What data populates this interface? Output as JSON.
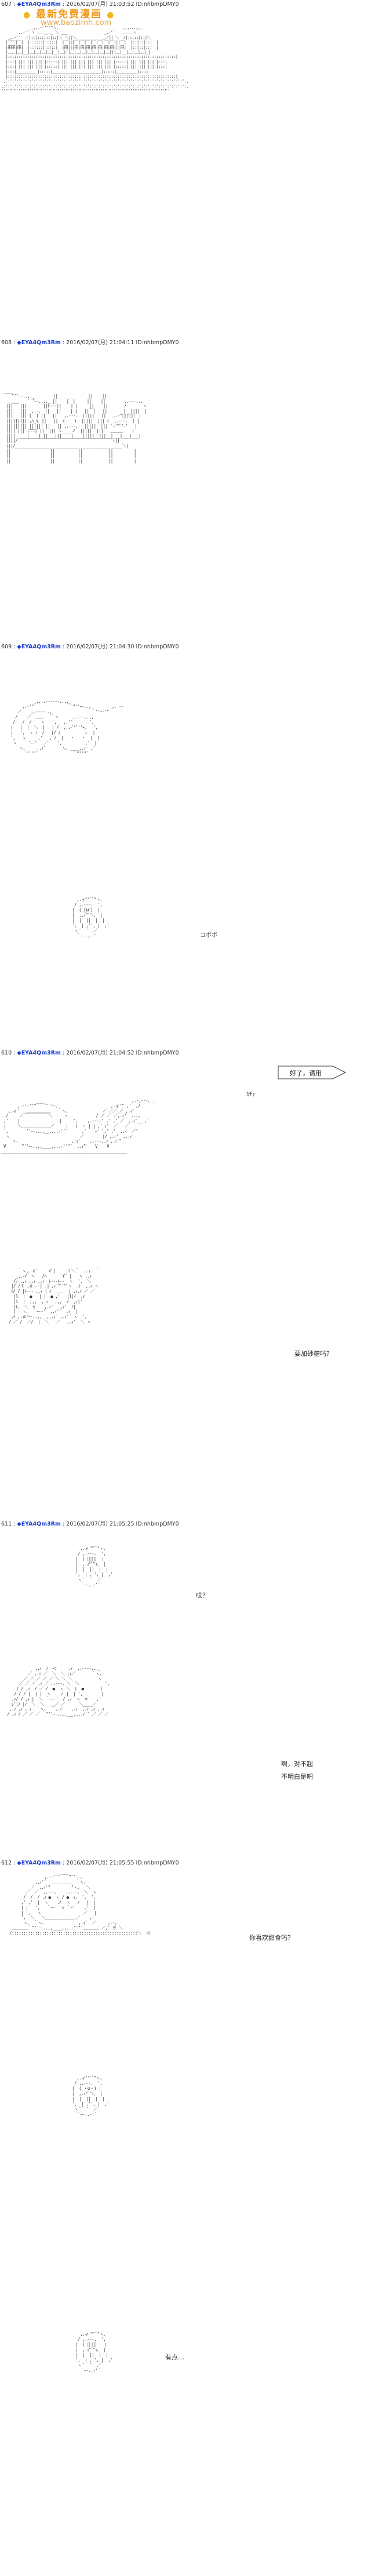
{
  "watermark": {
    "title": "最新免费漫画",
    "url": "www.baozimh.com"
  },
  "posts": [
    {
      "number": "607",
      "author": "◆EYA4Qm3Rm",
      "meta": "2016/02/07(月) 21:03:52 ID:nhbmpDMY0"
    },
    {
      "number": "608",
      "author": "◆EYA4Qm3Rm",
      "meta": "2016/02/07(月) 21:04:11 ID:nhbmpDMY0"
    },
    {
      "number": "609",
      "author": "◆EYA4Qm3Rm",
      "meta": "2016/02/07(月) 21:04:30 ID:nhbmpDMY0"
    },
    {
      "number": "610",
      "author": "◆EYA4Qm3Rm",
      "meta": "2016/02/07(月) 21:04:52 ID:nhbmpDMY0"
    },
    {
      "number": "611",
      "author": "◆EYA4Qm3Rm",
      "meta": "2016/02/07(月) 21:05:25 ID:nhbmpDMY0"
    },
    {
      "number": "612",
      "author": "◆EYA4Qm3Rm",
      "meta": "2016/02/07(月) 21:05:55 ID:nhbmpDMY0"
    }
  ],
  "sfx": {
    "kopo": "コポポ",
    "kacha": "ｶﾁｬ"
  },
  "captions": {
    "here_you_go": "好了，请用",
    "sugar": "要加砂糖吗？",
    "huh": "哎？",
    "not_sugar": "啊，对不起",
    "not_sugar_2": "不明白是吧",
    "like_sweets": "你喜欢甜食吗？",
    "a_bit": "有点…"
  }
}
